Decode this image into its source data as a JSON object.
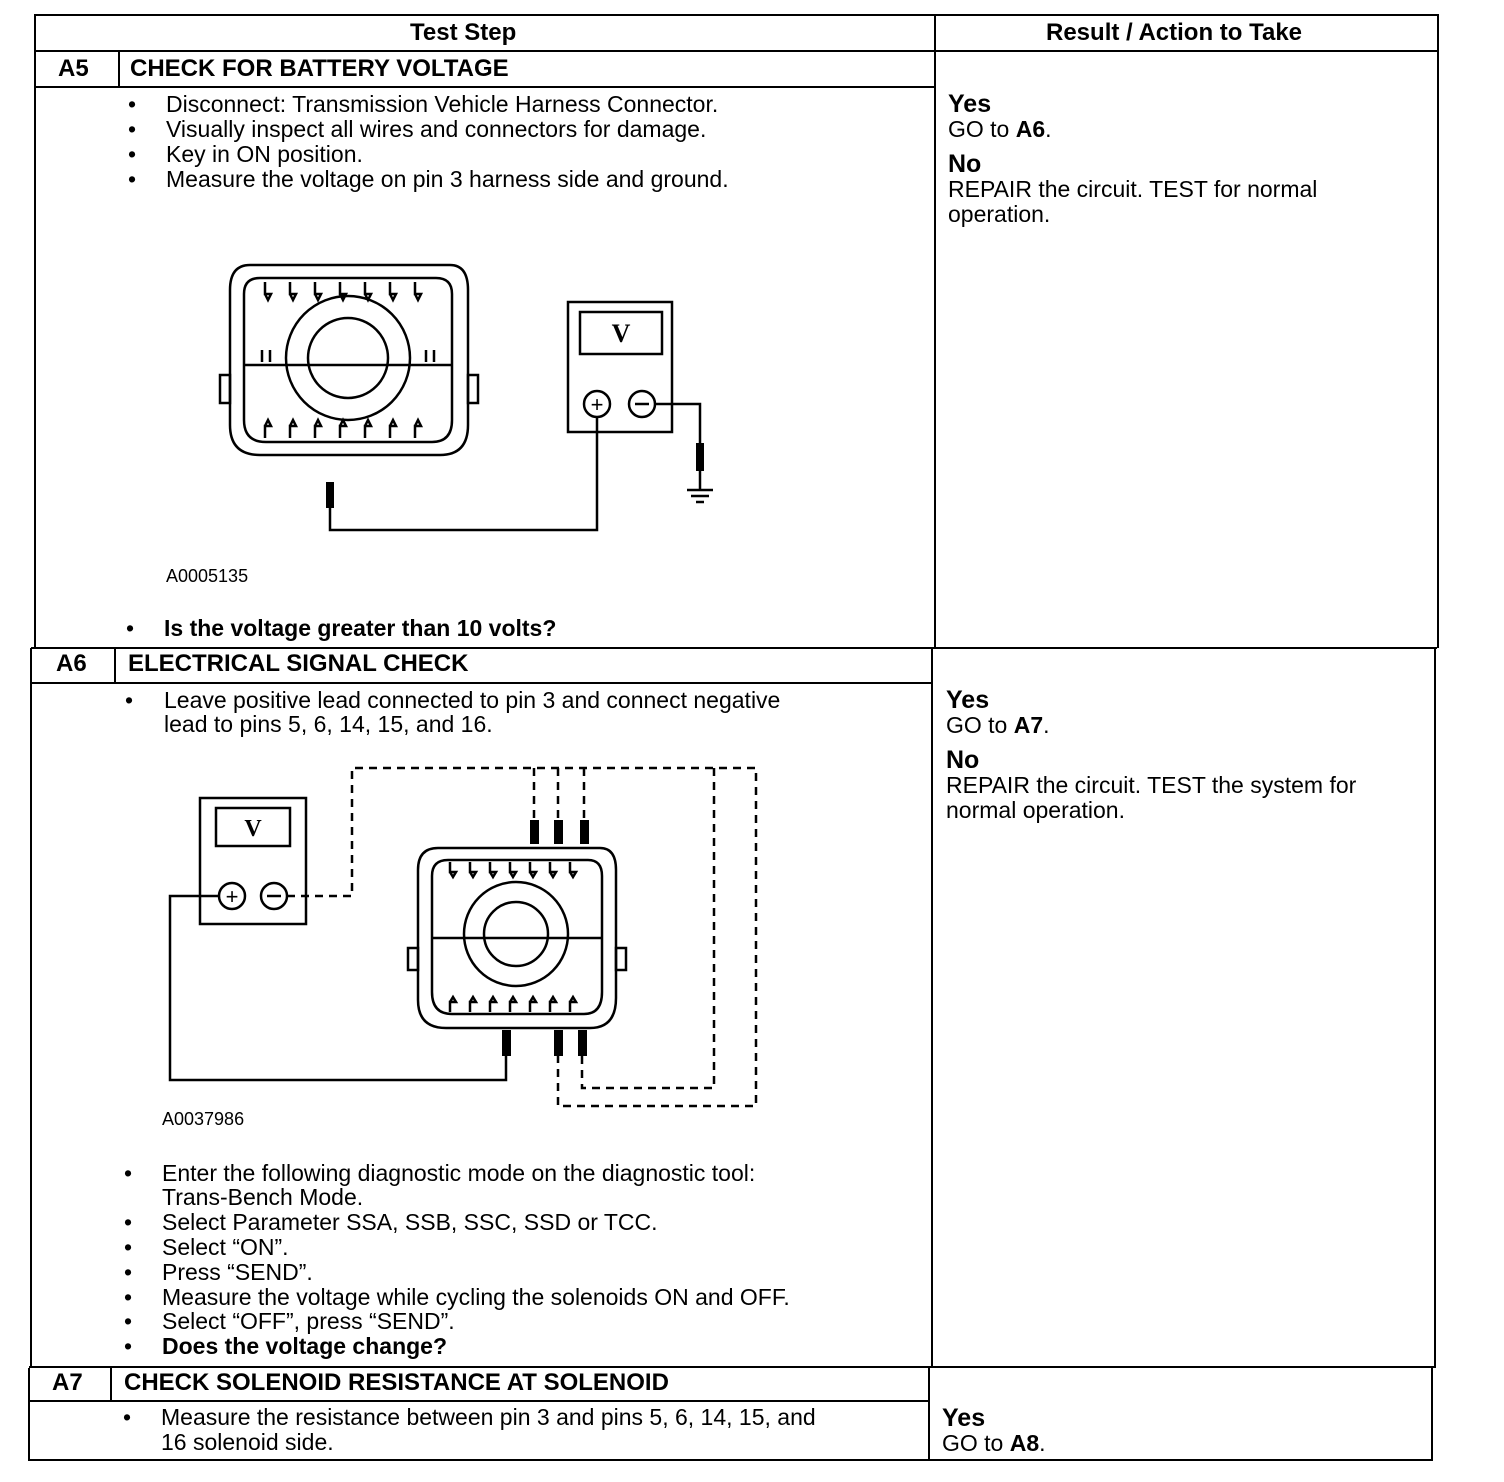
{
  "header": {
    "test_step": "Test Step",
    "result": "Result / Action to Take"
  },
  "steps": [
    {
      "code": "A5",
      "title": "CHECK FOR BATTERY VOLTAGE",
      "bullets": [
        "Disconnect: Transmission Vehicle Harness Connector.",
        "Visually inspect all wires and connectors for damage.",
        "Key in ON position.",
        "Measure the voltage on pin 3 harness side and ground."
      ],
      "figure_id": "A0005135",
      "question": "Is the voltage greater than 10 volts?",
      "meter_symbol": "V",
      "result": {
        "yes_label": "Yes",
        "yes_text": "GO to ",
        "yes_target": "A6",
        "yes_end": ".",
        "no_label": "No",
        "no_line1": "REPAIR the circuit. TEST for normal",
        "no_line2": "operation."
      }
    },
    {
      "code": "A6",
      "title": "ELECTRICAL SIGNAL CHECK",
      "intro": [
        "Leave positive lead connected to pin 3 and connect negative",
        "lead to pins 5, 6, 14, 15, and 16."
      ],
      "figure_id": "A0037986",
      "meter_symbol": "V",
      "bullets": [
        "Enter the following diagnostic mode on the diagnostic tool:",
        "Trans-Bench Mode.",
        "Select Parameter SSA, SSB, SSC, SSD or TCC.",
        "Select “ON”.",
        "Press “SEND”.",
        "Measure the voltage while cycling the solenoids ON and OFF.",
        "Select “OFF”, press “SEND”."
      ],
      "question": "Does the voltage change?",
      "result": {
        "yes_label": "Yes",
        "yes_text": "GO to ",
        "yes_target": "A7",
        "yes_end": ".",
        "no_label": "No",
        "no_line1": "REPAIR the circuit. TEST the system for",
        "no_line2": "normal operation."
      }
    },
    {
      "code": "A7",
      "title": "CHECK SOLENOID RESISTANCE AT SOLENOID",
      "bullets": [
        "Measure the resistance between pin 3 and pins 5, 6, 14, 15, and",
        "16 solenoid side."
      ],
      "result": {
        "yes_label": "Yes",
        "yes_text": "GO to ",
        "yes_target": "A8",
        "yes_end": "."
      }
    }
  ]
}
